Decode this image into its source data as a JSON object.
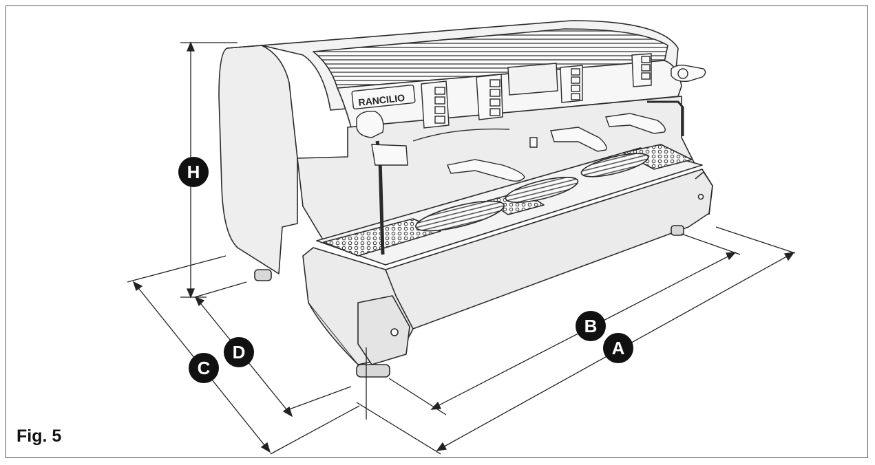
{
  "figure": {
    "label": "Fig. 5"
  },
  "brand_plate": "RANCILIO",
  "dimension_labels": {
    "height": "H",
    "width_overall": "A",
    "width_body": "B",
    "depth_overall": "C",
    "depth_body": "D"
  },
  "colors": {
    "line": "#2a2a2a",
    "badge": "#111111",
    "body_fill": "#ececec",
    "panel_fill": "#f6f6f6"
  }
}
